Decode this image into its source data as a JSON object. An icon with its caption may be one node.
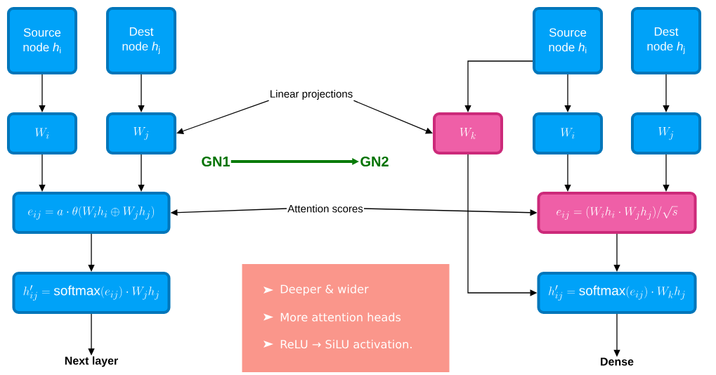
{
  "diagram": {
    "nodes": [
      {
        "text": [
          "Source node *h*$_{i}$"
        ]
      },
      {
        "text": [
          "Dest node *h*$_{j}$"
        ]
      },
      {
        "text": [
          "W_i"
        ]
      },
      {
        "text": [
          "W_j"
        ]
      },
      {
        "text": [
          "e_{ij} = a \\cdot \\theta(W_i h_i \\oplus W_j h_j)"
        ]
      },
      {
        "text": [
          "h'_{ij} = \\mathrm{softmax}(e_{ij}) \\cdot W_j h_j"
        ]
      },
      {
        "text": [
          "Next layer"
        ]
      },
      {
        "text": [
          "Linear projections"
        ]
      },
      {
        "text": [
          "GN1"
        ]
      },
      {
        "text": [
          "GN2"
        ]
      },
      {
        "text": [
          "Attention scores"
        ]
      },
      {
        "text": [
          "Source node *h*$_{i}$"
        ]
      },
      {
        "text": [
          "Dest node *h*$_{j}$"
        ]
      },
      {
        "text": [
          "W_k"
        ]
      },
      {
        "text": [
          "W_i"
        ]
      },
      {
        "text": [
          "W_j"
        ]
      },
      {
        "text": [
          "e_{ij} = (W_i h_i \\cdot W_j h_j)/\\sqrt{s}"
        ]
      },
      {
        "text": [
          "h'_{ij} = \\mathrm{softmax}(e_{ij}) \\cdot W_k h_j"
        ]
      },
      {
        "text": [
          "Dense"
        ]
      },
      {
        "text": [
          "Deeper & wider",
          "More attention heads",
          "ReLU → SiLU activation."
        ]
      }
    ],
    "edges": [
      {
        "from": 0,
        "to": 2,
        "arrow": "to"
      },
      {
        "from": 1,
        "to": 3,
        "arrow": "to"
      },
      {
        "from": 2,
        "to": 4,
        "arrow": "to"
      },
      {
        "from": 3,
        "to": 4,
        "arrow": "to"
      },
      {
        "from": 4,
        "to": 5,
        "arrow": "to"
      },
      {
        "from": 5,
        "to": 6,
        "arrow": "to"
      },
      {
        "from": 7,
        "to": 3,
        "arrow": "to"
      },
      {
        "from": 7,
        "to": 13,
        "arrow": "to"
      },
      {
        "from": 8,
        "to": 9,
        "arrow": "to",
        "style": "thick",
        "color": "#067a06"
      },
      {
        "from": 10,
        "to": 4,
        "arrow": "to"
      },
      {
        "from": 10,
        "to": 16,
        "arrow": "to"
      },
      {
        "from": 11,
        "to": 13,
        "arrow": "to"
      },
      {
        "from": 11,
        "to": 14,
        "arrow": "to"
      },
      {
        "from": 12,
        "to": 15,
        "arrow": "to"
      },
      {
        "from": 14,
        "to": 16,
        "arrow": "to"
      },
      {
        "from": 15,
        "to": 16,
        "arrow": "to"
      },
      {
        "from": 16,
        "to": 17,
        "arrow": "to"
      },
      {
        "from": 13,
        "to": 17,
        "arrow": "to"
      },
      {
        "from": 17,
        "to": 18,
        "arrow": "to"
      }
    ]
  }
}
